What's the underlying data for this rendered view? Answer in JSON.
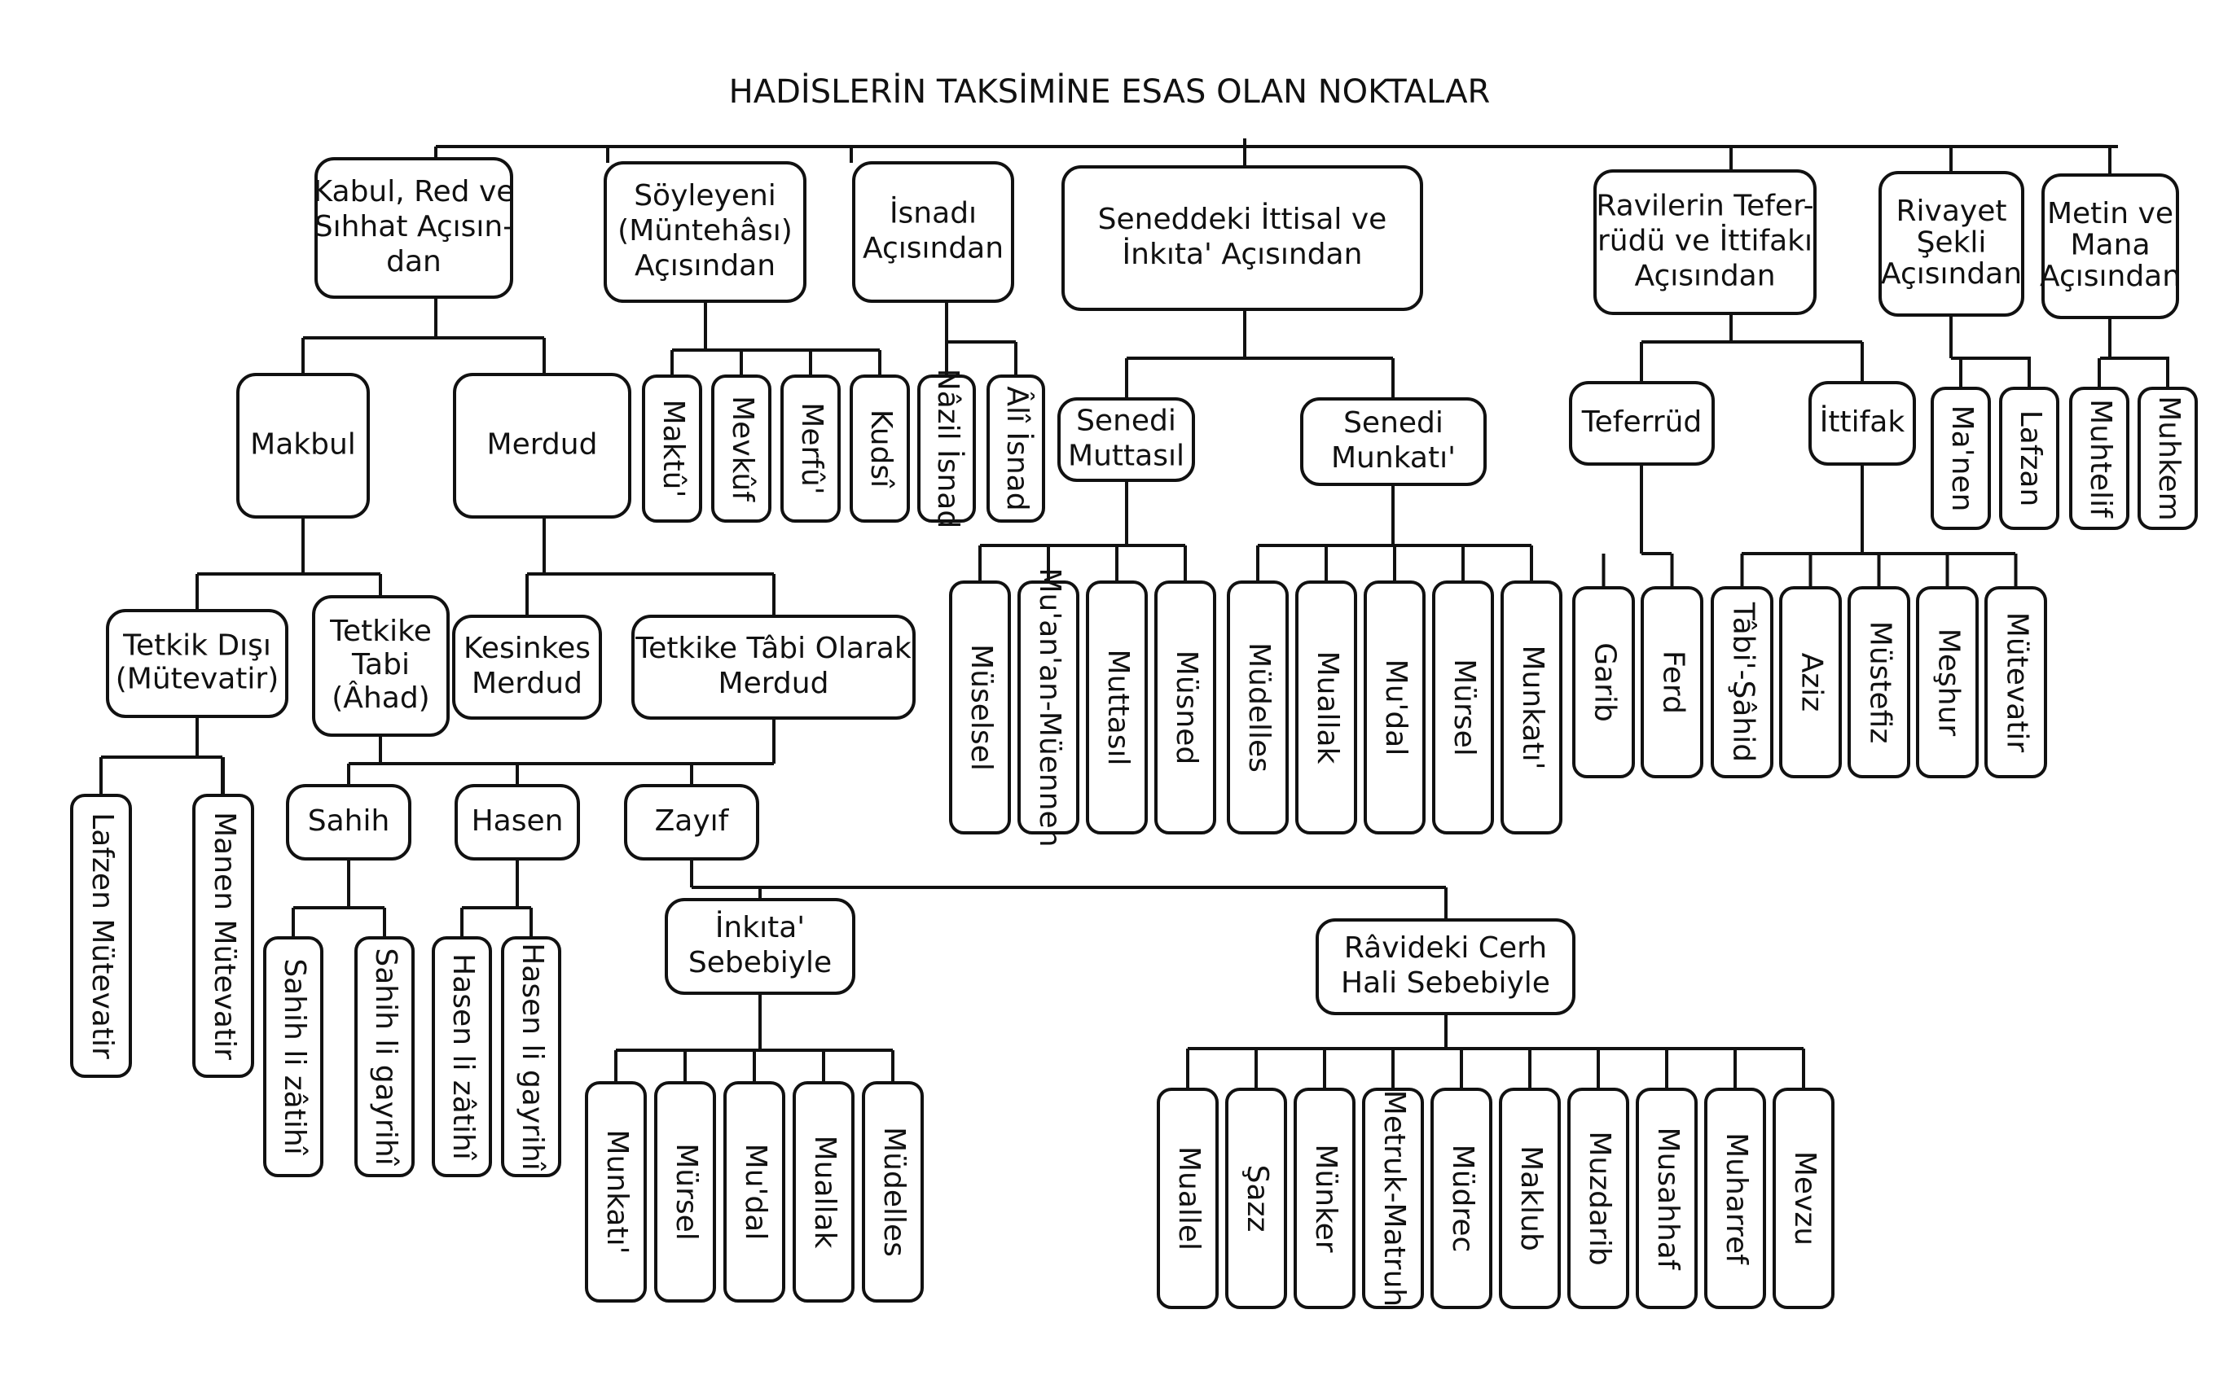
{
  "title": "HADİSLERİN TAKSİMİNE ESAS OLAN NOKTALAR",
  "branches": {
    "kabul": {
      "label": "Kabul, Red ve Sıhhat Açısın-dan",
      "makbul": {
        "label": "Makbul",
        "tetkik_disi": {
          "label": "Tetkik Dışı (Mütevatir)",
          "items": [
            "Lafzen Mütevatir",
            "Manen Mütevatir"
          ]
        },
        "tetkike_tabi": {
          "label": "Tetkike Tabi (Âhad)"
        }
      },
      "merdud": {
        "label": "Merdud",
        "kesinkes": {
          "label": "Kesinkes Merdud"
        },
        "tetkike_tabi_merdud": {
          "label": "Tetkike Tâbi Olarak Merdud"
        }
      },
      "sahih": {
        "label": "Sahih",
        "items": [
          "Sahih li zâtihî",
          "Sahih li gayrihî"
        ]
      },
      "hasen": {
        "label": "Hasen",
        "items": [
          "Hasen li zâtihî",
          "Hasen li gayrihî"
        ]
      },
      "zayif": {
        "label": "Zayıf",
        "inkita": {
          "label": "İnkıta' Sebebiyle",
          "items": [
            "Munkatı'",
            "Mürsel",
            "Mu'dal",
            "Muallak",
            "Müdelles"
          ]
        },
        "cerh": {
          "label": "Râvideki Cerh Hali Sebebiyle",
          "items": [
            "Muallel",
            "Şazz",
            "Münker",
            "Metruk-Matruh",
            "Müdrec",
            "Maklub",
            "Muzdarib",
            "Musahhaf",
            "Muharref",
            "Mevzu"
          ]
        }
      }
    },
    "soyleyeni": {
      "label": "Söyleyeni (Müntehâsı) Açısından",
      "items": [
        "Maktû'",
        "Mevkûf",
        "Merfû'",
        "Kudsî"
      ]
    },
    "isnadi": {
      "label": "İsnadı Açısından",
      "items": [
        "Nâzil İsnad",
        "Âlî İsnad"
      ]
    },
    "senet": {
      "label": "Seneddeki İttisal ve İnkıta' Açısından",
      "muttasil": {
        "label": "Senedi Muttasıl",
        "items": [
          "Müselsel",
          "Mu'an'an-Müennen",
          "Muttasıl",
          "Müsned"
        ]
      },
      "munkati": {
        "label": "Senedi Munkatı'",
        "items": [
          "Müdelles",
          "Muallak",
          "Mu'dal",
          "Mürsel",
          "Munkatı'"
        ]
      }
    },
    "raviler": {
      "label": "Ravilerin Tefer-rüdü ve İttifakı Açısından",
      "teferrud": {
        "label": "Teferrüd",
        "items": [
          "Garib",
          "Ferd"
        ]
      },
      "ittifak": {
        "label": "İttifak",
        "items": [
          "Tâbi'-Şâhid",
          "Aziz",
          "Müstefiz",
          "Meşhur",
          "Mütevatir"
        ]
      }
    },
    "rivayet": {
      "label": "Rivayet Şekli Açısından",
      "items": [
        "Ma'nen",
        "Lafzan"
      ]
    },
    "metin": {
      "label": "Metin ve Mana Açısından",
      "items": [
        "Muhtelif",
        "Muhkem"
      ]
    }
  }
}
